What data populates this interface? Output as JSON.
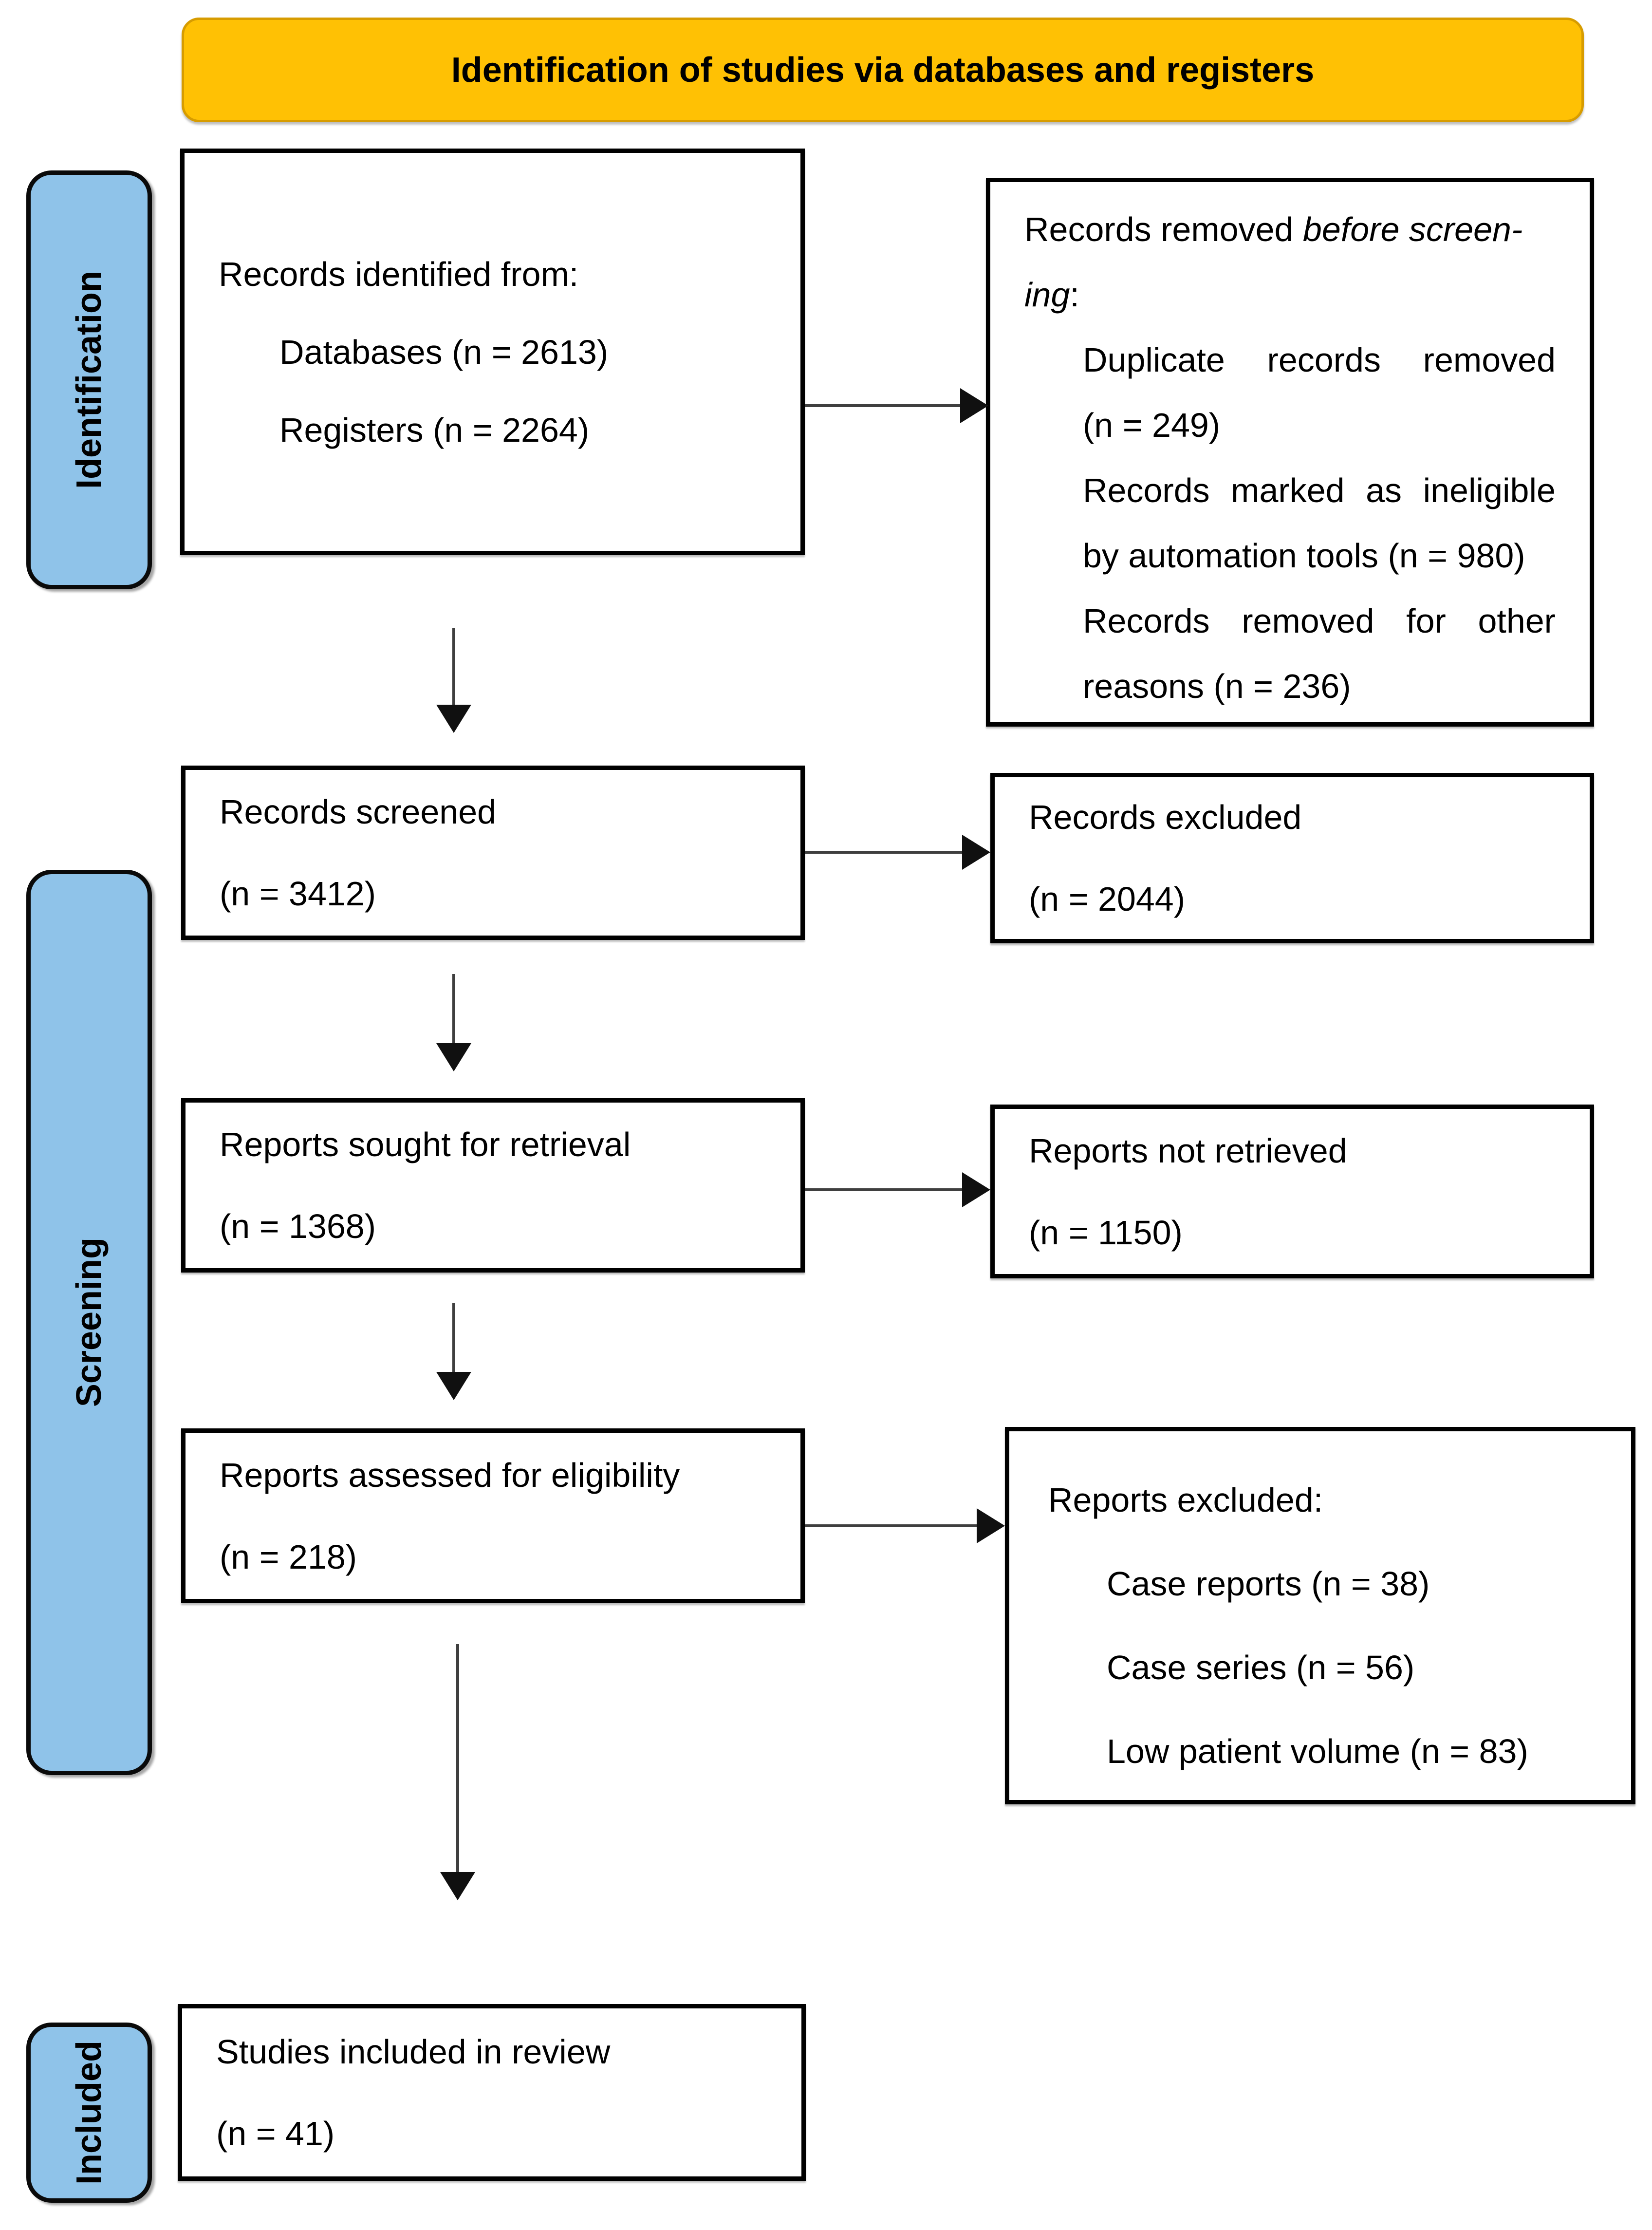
{
  "header": {
    "title": "Identification of studies via databases and registers"
  },
  "colors": {
    "header_bg": "#FFC104",
    "header_border": "#D79C00",
    "stage_label_bg": "#8FC3E9",
    "box_border": "#000000",
    "arrow": "#3F3F3F"
  },
  "stage_labels": {
    "identification": "Identification",
    "screening": "Screening",
    "included": "Included"
  },
  "boxes": {
    "identified": {
      "title": "Records identified from:",
      "item1": "Databases (n = 2613)",
      "item2": "Registers (n = 2264)"
    },
    "removed": {
      "title_prefix": "Records removed ",
      "title_italic": "before screen-",
      "title_italic_cont": "ing",
      "title_suffix": ":",
      "item1": "Duplicate records removed",
      "item1_cont": "(n = 249)",
      "item2": "Records marked as ineligible",
      "item2_cont": "by automation tools (n = 980)",
      "item3": "Records removed for other",
      "item3_cont": "reasons (n = 236)"
    },
    "screened": {
      "line1": "Records screened",
      "line2": "(n = 3412)"
    },
    "excluded": {
      "line1": "Records excluded",
      "line2": "(n = 2044)"
    },
    "sought": {
      "line1": "Reports sought for retrieval",
      "line2": "(n = 1368)"
    },
    "not_retrieved": {
      "line1": "Reports not retrieved",
      "line2": "(n = 1150)"
    },
    "assessed": {
      "line1": "Reports assessed for eligibility",
      "line2": "(n = 218)"
    },
    "reports_excluded": {
      "title": "Reports excluded:",
      "item1": "Case reports (n = 38)",
      "item2": "Case series (n = 56)",
      "item3": "Low patient volume (n = 83)"
    },
    "included_studies": {
      "line1": "Studies included in review",
      "line2": "(n = 41)"
    }
  }
}
